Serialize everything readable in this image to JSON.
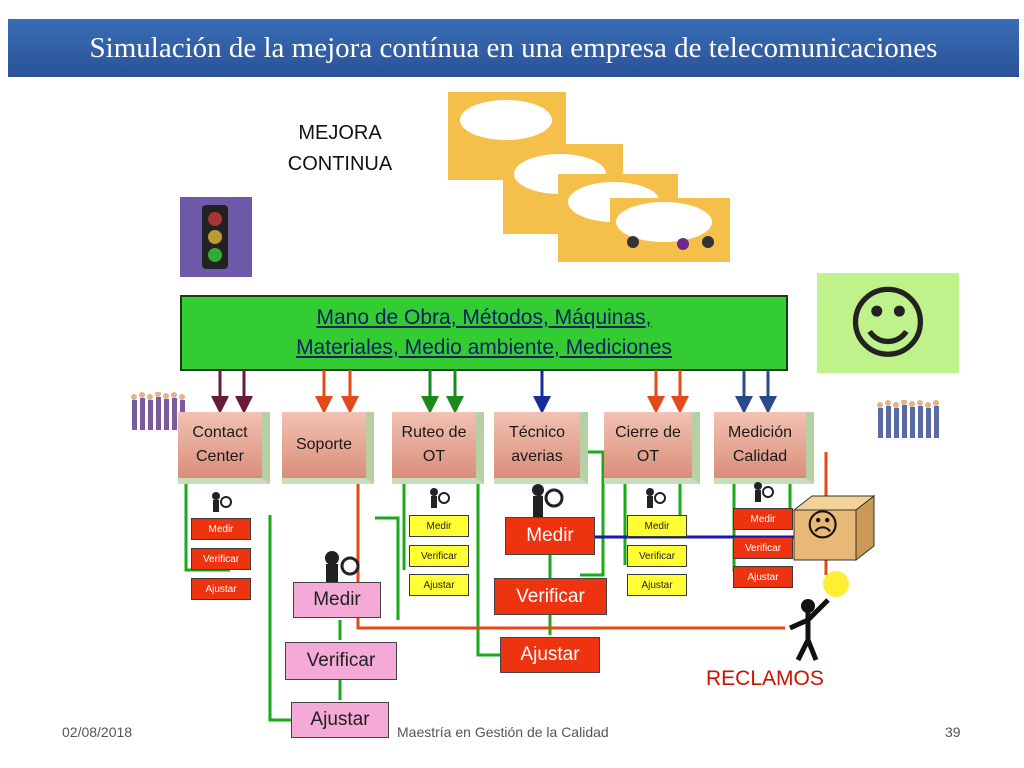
{
  "title": "Simulación de la mejora contínua en una empresa de telecomunicaciones",
  "mejora_continua": [
    "MEJORA",
    "CONTINUA"
  ],
  "banner": [
    "Mano de Obra, Métodos, Máquinas,",
    "Materiales, Medio ambiente, Mediciones"
  ],
  "smiley": "☺",
  "sad": "☹",
  "processes": [
    {
      "label": "Contact Center"
    },
    {
      "label": "Soporte"
    },
    {
      "label": "Ruteo de OT"
    },
    {
      "label": "Técnico averias"
    },
    {
      "label": "Cierre de OT"
    },
    {
      "label": "Medición Calidad"
    }
  ],
  "pdca_small": {
    "medir": "Medir",
    "verificar": "Verificar",
    "ajustar": "Ajustar"
  },
  "pdca_big": {
    "medir": "Medir",
    "verificar": "Verificar",
    "ajustar": "Ajustar"
  },
  "reclamos": "RECLAMOS",
  "footer": {
    "date": "02/08/2018",
    "center": "Maestría en Gestión de la Calidad",
    "page": "39"
  },
  "colors": {
    "title_bg": "#2a5298",
    "banner_bg": "#33cc33",
    "smiley_bg": "#bff28a",
    "pdca_red": "#ee3311",
    "pdca_yellow": "#ffff33",
    "pdca_pink": "#f5a9d6"
  }
}
